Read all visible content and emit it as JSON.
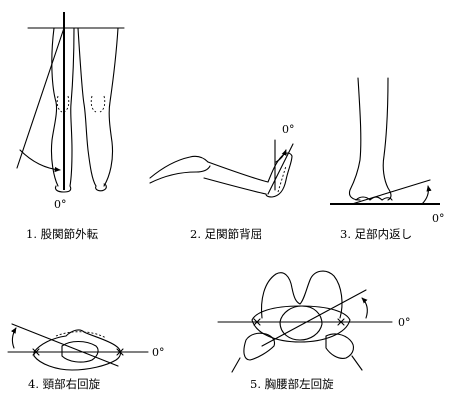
{
  "figures": [
    {
      "caption": "1.  股関節外転",
      "zero_label": "0°"
    },
    {
      "caption": "2.  足関節背屈",
      "zero_label": "0°"
    },
    {
      "caption": "3.  足部内返し",
      "zero_label": "0°"
    },
    {
      "caption": "4.  頸部右回旋",
      "zero_label": "0°"
    },
    {
      "caption": "5.  胸腰部左回旋",
      "zero_label": "0°"
    }
  ]
}
